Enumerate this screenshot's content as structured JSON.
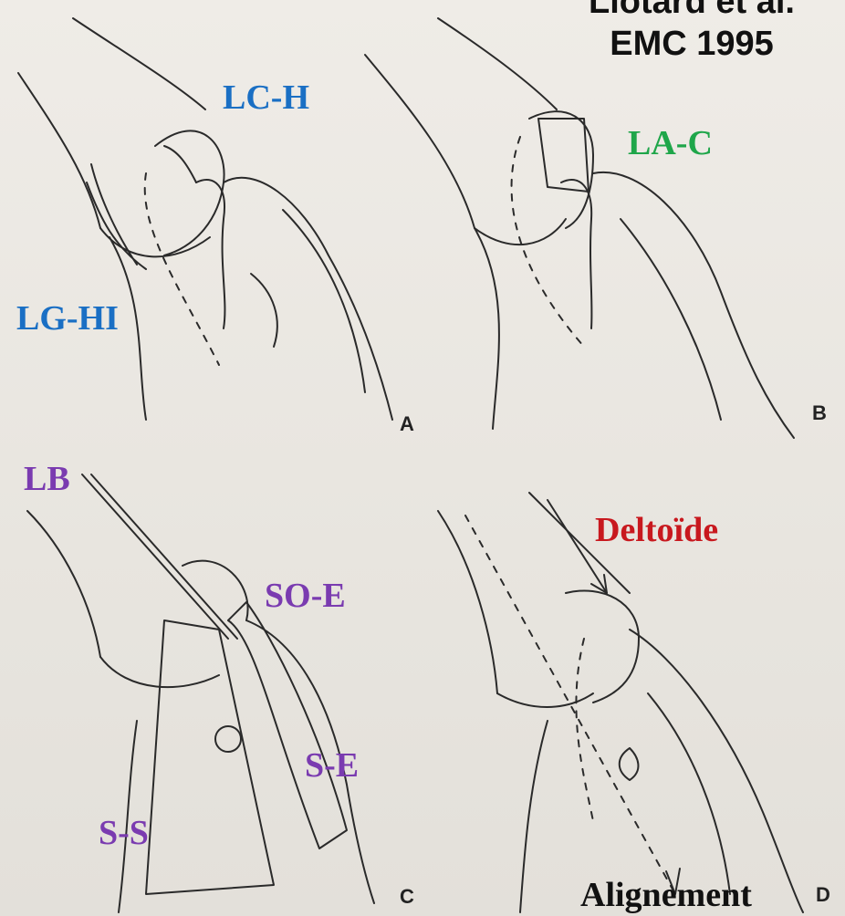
{
  "citation": {
    "line1": "Liotard et al.",
    "line2": "EMC 1995"
  },
  "panels": {
    "a": "A",
    "b": "B",
    "c": "C",
    "d": "D"
  },
  "labels": {
    "lc_h": "LC-H",
    "lg_hi": "LG-HI",
    "la_c": "LA-C",
    "lb": "LB",
    "so_e": "SO-E",
    "s_e": "S-E",
    "s_s": "S-S",
    "deltoide": "Deltoïde",
    "alignement": "Alignement"
  },
  "colors": {
    "blue": "#1a6fc4",
    "green": "#1fa64a",
    "purple": "#7a3bb0",
    "red": "#c8181e",
    "black": "#111111"
  }
}
